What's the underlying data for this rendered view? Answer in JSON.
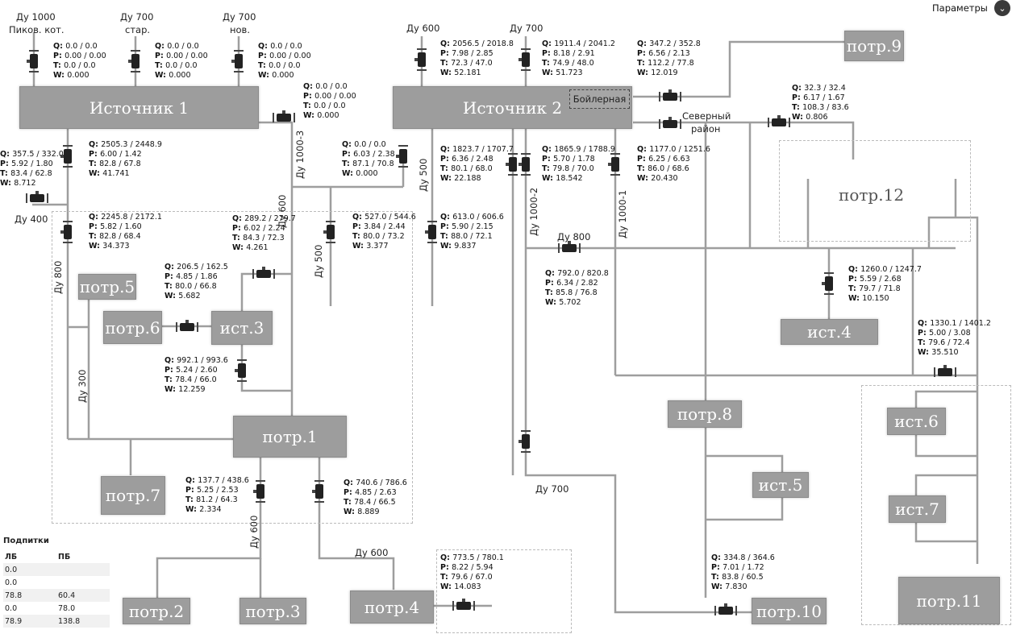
{
  "header": {
    "params_label": "Параметры"
  },
  "colors": {
    "pipe": "#9e9e9e",
    "box": "#9d9d9d",
    "valve": "#222222"
  },
  "boxes": {
    "ist1": "Источник 1",
    "ist2": "Источник 2",
    "boiler": "Бойлерная",
    "ist3": "ист.3",
    "ist4": "ист.4",
    "ist5": "ист.5",
    "ist6": "ист.6",
    "ist7": "ист.7",
    "potr1": "потр.1",
    "potr2": "потр.2",
    "potr3": "потр.3",
    "potr4": "потр.4",
    "potr5": "потр.5",
    "potr6": "потр.6",
    "potr7": "потр.7",
    "potr8": "потр.8",
    "potr9": "потр.9",
    "potr10": "потр.10",
    "potr11": "потр.11",
    "potr12": "потр.12"
  },
  "labels": {
    "du1000_pik": "Ду 1000",
    "pik_kot": "Пиков. кот.",
    "du700_star": "Ду 700",
    "star": "стар.",
    "du700_nov": "Ду 700",
    "nov": "нов.",
    "du600_top": "Ду 600",
    "du700_top": "Ду 700",
    "du400": "Ду 400",
    "du800_left": "Ду 800",
    "du300": "Ду 300",
    "du600_mid": "Ду 600",
    "du500_mid": "Ду 500",
    "du1000_3": "Ду 1000-3",
    "du500_r": "Ду 500",
    "du1000_2": "Ду 1000-2",
    "du1000_1": "Ду 1000-1",
    "du800_r": "Ду 800",
    "du700_bot": "Ду 700",
    "du600_bot": "Ду 600",
    "du600_p4": "Ду 600",
    "sev1": "Северный",
    "sev2": "район"
  },
  "measurements": [
    {
      "id": "m01",
      "Q": "0.0 / 0.0",
      "P": "0.00 / 0.00",
      "T": "0.0 / 0.0",
      "W": "0.000"
    },
    {
      "id": "m02",
      "Q": "0.0 / 0.0",
      "P": "0.00 / 0.00",
      "T": "0.0 / 0.0",
      "W": "0.000"
    },
    {
      "id": "m03",
      "Q": "0.0 / 0.0",
      "P": "0.00 / 0.00",
      "T": "0.0 / 0.0",
      "W": "0.000"
    },
    {
      "id": "m04",
      "Q": "0.0 / 0.0",
      "P": "0.00 / 0.00",
      "T": "0.0 / 0.0",
      "W": "0.000"
    },
    {
      "id": "m05",
      "Q": "2505.3 / 2448.9",
      "P": "6.00 / 1.42",
      "T": "82.8 / 67.8",
      "W": "41.741"
    },
    {
      "id": "m06",
      "Q": "357.5 / 332.0",
      "P": "5.92 / 1.80",
      "T": "83.4 / 62.8",
      "W": "8.712"
    },
    {
      "id": "m07",
      "Q": "0.0 / 0.0",
      "P": "6.03 / 2.38",
      "T": "87.1 / 70.8",
      "W": "0.000"
    },
    {
      "id": "m08",
      "Q": "2245.8 / 2172.1",
      "P": "5.82 / 1.60",
      "T": "82.8 / 68.4",
      "W": "34.373"
    },
    {
      "id": "m09",
      "Q": "289.2 / 279.7",
      "P": "6.02 / 2.24",
      "T": "84.3 / 72.3",
      "W": "4.261"
    },
    {
      "id": "m10",
      "Q": "527.0 / 544.6",
      "P": "3.84 / 2.44",
      "T": "80.0 / 73.2",
      "W": "3.377"
    },
    {
      "id": "m11",
      "Q": "206.5 / 162.5",
      "P": "4.85 / 1.86",
      "T": "80.0 / 66.8",
      "W": "5.682"
    },
    {
      "id": "m12",
      "Q": "992.1 / 993.6",
      "P": "5.24 / 2.60",
      "T": "78.4 / 66.0",
      "W": "12.259"
    },
    {
      "id": "m13",
      "Q": "137.7 / 438.6",
      "P": "5.25 / 2.53",
      "T": "81.2 / 64.3",
      "W": "2.334"
    },
    {
      "id": "m14",
      "Q": "740.6 / 786.6",
      "P": "4.85 / 2.63",
      "T": "78.4 / 66.5",
      "W": "8.889"
    },
    {
      "id": "m15",
      "Q": "773.5 / 780.1",
      "P": "8.22 / 5.94",
      "T": "79.6 / 67.0",
      "W": "14.083"
    },
    {
      "id": "m16",
      "Q": "2056.5 / 2018.8",
      "P": "7.98 / 2.85",
      "T": "72.3 / 47.0",
      "W": "52.181"
    },
    {
      "id": "m17",
      "Q": "1911.4 / 2041.2",
      "P": "8.18 / 2.91",
      "T": "74.9 / 48.0",
      "W": "51.723"
    },
    {
      "id": "m18",
      "Q": "347.2 / 352.8",
      "P": "6.56 / 2.13",
      "T": "112.2 / 77.8",
      "W": "12.019"
    },
    {
      "id": "m19",
      "Q": "32.3 / 32.4",
      "P": "6.17 / 1.67",
      "T": "108.3 / 83.6",
      "W": "0.806"
    },
    {
      "id": "m20",
      "Q": "1823.7 / 1707.7",
      "P": "6.36 / 2.48",
      "T": "80.1 / 68.0",
      "W": "22.188"
    },
    {
      "id": "m21",
      "Q": "1865.9 / 1788.9",
      "P": "5.70 / 1.78",
      "T": "79.8 / 70.0",
      "W": "18.542"
    },
    {
      "id": "m22",
      "Q": "1177.0 / 1251.6",
      "P": "6.25 / 6.63",
      "T": "86.0 / 68.6",
      "W": "20.430"
    },
    {
      "id": "m23",
      "Q": "613.0 / 606.6",
      "P": "5.90 / 2.15",
      "T": "88.0 / 72.1",
      "W": "9.837"
    },
    {
      "id": "m24",
      "Q": "792.0 / 820.8",
      "P": "6.34 / 2.82",
      "T": "85.8 / 76.8",
      "W": "5.702"
    },
    {
      "id": "m25",
      "Q": "1260.0 / 1247.7",
      "P": "5.59 / 2.68",
      "T": "79.7 / 71.8",
      "W": "10.150"
    },
    {
      "id": "m26",
      "Q": "1330.1 / 1401.2",
      "P": "5.00 / 3.08",
      "T": "79.6 / 72.4",
      "W": "35.510"
    },
    {
      "id": "m27",
      "Q": "334.8 / 364.6",
      "P": "7.01 / 1.72",
      "T": "83.8 / 60.5",
      "W": "7.830"
    }
  ],
  "makeup": {
    "title": "Подпитки",
    "headers": [
      "ЛБ",
      "ПБ"
    ],
    "rows": [
      [
        "0.0",
        ""
      ],
      [
        "0.0",
        ""
      ],
      [
        "78.8",
        "60.4"
      ],
      [
        "0.0",
        "78.0"
      ],
      [
        "78.9",
        "138.8"
      ]
    ]
  }
}
